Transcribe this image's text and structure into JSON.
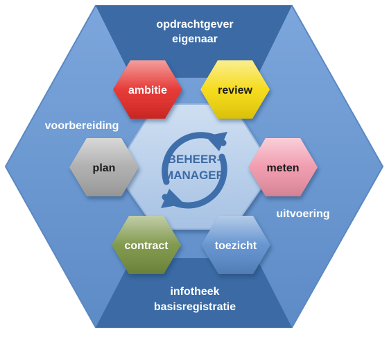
{
  "diagram": {
    "top_label": [
      "opdrachtgever",
      "eigenaar"
    ],
    "bottom_label": [
      "infotheek",
      "basisregistratie"
    ],
    "left_label": "voorbereiding",
    "right_label": "uitvoering",
    "center_label": [
      "BEHEER-",
      "MANAGER"
    ],
    "nodes": [
      {
        "id": "ambitie",
        "label": "ambitie",
        "color": "#e42a26",
        "text_color": "#ffffff"
      },
      {
        "id": "review",
        "label": "review",
        "color": "#f5d90a",
        "text_color": "#1a1a1a"
      },
      {
        "id": "plan",
        "label": "plan",
        "color": "#a9a9a9",
        "text_color": "#1a1a1a"
      },
      {
        "id": "meten",
        "label": "meten",
        "color": "#ef94a8",
        "text_color": "#1a1a1a"
      },
      {
        "id": "contract",
        "label": "contract",
        "color": "#77913f",
        "text_color": "#ffffff"
      },
      {
        "id": "toezicht",
        "label": "toezicht",
        "color": "#5a8ccc",
        "text_color": "#ffffff"
      }
    ],
    "colors": {
      "outer_hex": "#6f9bd4",
      "band": "#3b6aa4",
      "center_hex": "#b8cfeb",
      "arrow": "#3f6fab"
    }
  }
}
